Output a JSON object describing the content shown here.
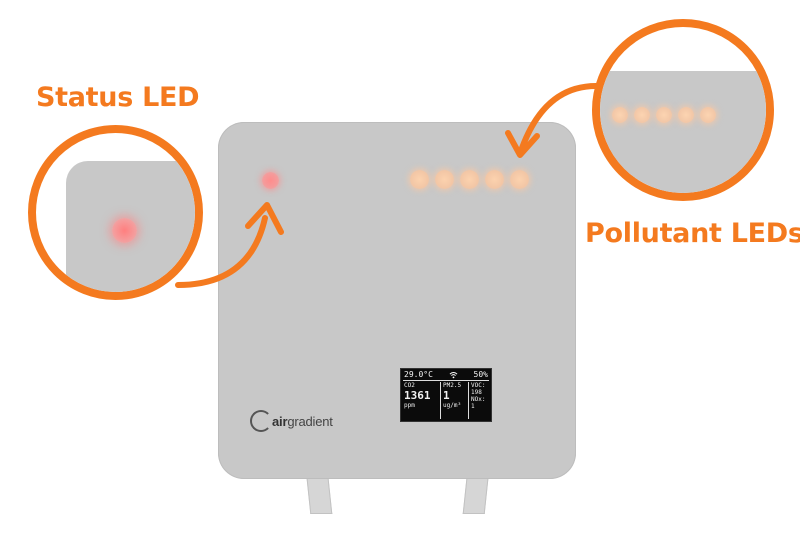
{
  "labels": {
    "status": "Status LED",
    "pollutant": "Pollutant LEDs"
  },
  "display": {
    "temperature": "29.0°C",
    "humidity": "50%",
    "co2_label": "CO2",
    "co2_value": "1361",
    "co2_unit": "ppm",
    "pm_label": "PM2.5",
    "pm_value": "1",
    "pm_unit": "ug/m³",
    "voc_label": "VOC:",
    "voc_value": "198",
    "nox_label": "NOx:",
    "nox_value": "1"
  },
  "logo": {
    "prefix": "air",
    "suffix": "gradient"
  },
  "colors": {
    "accent": "#F47A1F",
    "device": "#C8C8C8",
    "status_led": "#FF8C8C",
    "pollutant_led": "#F6C9A6"
  },
  "icons": {
    "wifi": "wifi-icon"
  },
  "pollutant_led_count": 5
}
